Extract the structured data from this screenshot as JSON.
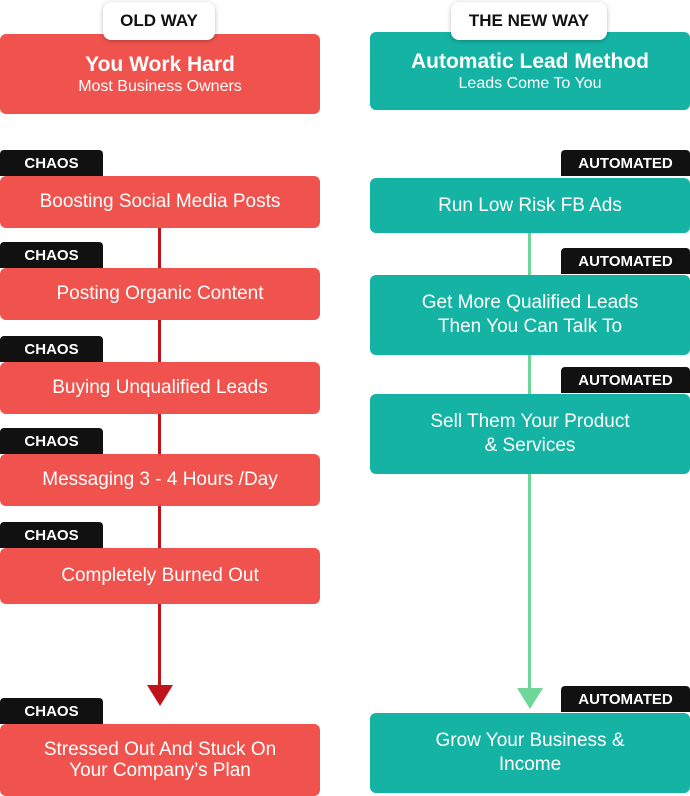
{
  "old": {
    "tab": "OLD WAY",
    "header_title": "You Work Hard",
    "header_sub": "Most Business Owners",
    "badge": "CHAOS",
    "steps": [
      "Boosting Social Media Posts",
      "Posting Organic Content",
      "Buying Unqualified Leads",
      "Messaging 3 - 4 Hours /Day",
      "Completely Burned Out"
    ],
    "final_line1": "Stressed Out And Stuck On",
    "final_line2": "Your Company’s Plan",
    "color": "#f0534d",
    "arrow_color": "#c0141c"
  },
  "new": {
    "tab": "THE NEW WAY",
    "header_title": "Automatic Lead Method",
    "header_sub": "Leads Come To You",
    "badge": "AUTOMATED",
    "steps": [
      {
        "line1": "Run Low Risk FB Ads",
        "line2": ""
      },
      {
        "line1": "Get More Qualified Leads",
        "line2": "Then You Can Talk To"
      },
      {
        "line1": "Sell Them Your Product",
        "line2": "& Services"
      }
    ],
    "final_line1": "Grow Your Business &",
    "final_line2": "Income",
    "color": "#14b3a4",
    "arrow_color": "#6fd69a"
  }
}
